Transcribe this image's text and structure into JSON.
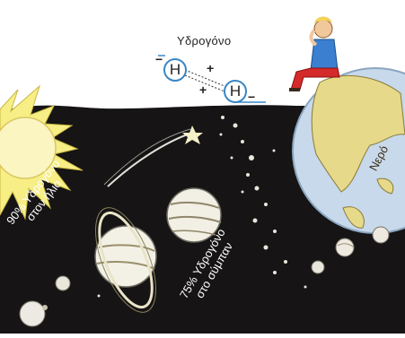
{
  "hydrogen": {
    "title": "Υδρογόνο",
    "atom_symbol": "H",
    "minus_sign": "−",
    "plus_sign": "+"
  },
  "labels": {
    "water": "Νερό",
    "sun_line1": "90% Υδρογόνο",
    "sun_line2": "στον ήλιο",
    "universe_line1": "75% Υδρογόνο",
    "universe_line2": "στο σύμπαν"
  },
  "colors": {
    "space": "#161414",
    "sun": "#f7ee86",
    "ocean": "#c7d9ea",
    "land": "#e6d98a",
    "atom_ring": "#3a86c4",
    "shirt": "#3b7fd0",
    "pants": "#d42a2a"
  }
}
